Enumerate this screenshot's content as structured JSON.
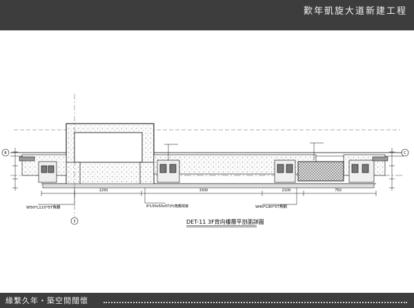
{
  "header": {
    "title": "歎年凱旋大道新建工程"
  },
  "footer": {
    "caption": "緣繫久年・築空間闊懷"
  },
  "drawing": {
    "detail_title": "DET-11  3F背向樓層平剖面詳圖",
    "grid_bubbles": [
      "B",
      "C",
      "3"
    ],
    "dimensions": [
      "1250",
      "1500",
      "2100",
      "750"
    ],
    "callouts": [
      "W50*L110*5T角鋼",
      "6*L50x50x5T(H)角鋼焊接",
      "W40*L90*5T角鋼"
    ]
  }
}
